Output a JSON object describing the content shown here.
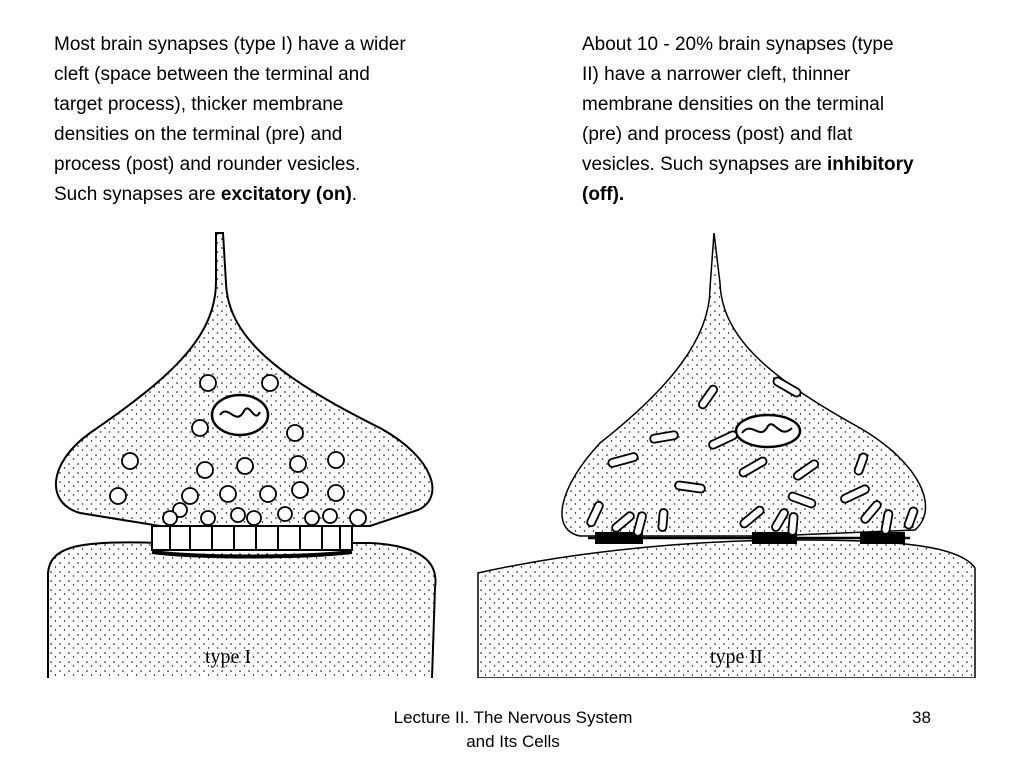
{
  "left_text": {
    "line1": "Most brain synapses (type I) have a wider",
    "line2": "cleft (space between the terminal and",
    "line3": "target process), thicker membrane",
    "line4": "densities on the terminal (pre) and",
    "line5": "process (post) and rounder vesicles.",
    "line6_prefix": "Such synapses are ",
    "line6_bold": "excitatory (on)",
    "line6_suffix": "."
  },
  "right_text": {
    "line1": "About 10 - 20% brain synapses (type",
    "line2": "II) have a narrower cleft, thinner",
    "line3": "membrane densities on the terminal",
    "line4": "(pre) and process (post) and flat",
    "line5_prefix": "vesicles. Such synapses are ",
    "line5_bold": "inhibitory",
    "line6_bold": "(off)."
  },
  "figures": {
    "type1_label": "type I",
    "type2_label": "type II"
  },
  "footer": {
    "line1": "Lecture II. The Nervous System",
    "line2": "and Its Cells",
    "page_number": "38"
  }
}
